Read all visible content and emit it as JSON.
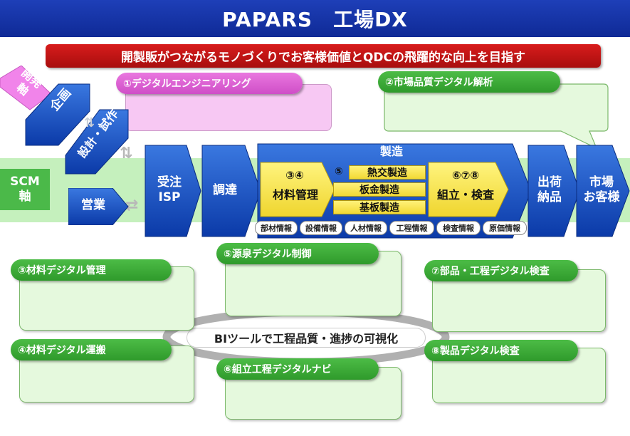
{
  "title": "PAPARS　工場DX",
  "mission": "開製販がつながるモノづくりでお客様価値とQDCの飛躍的な向上を目指す",
  "axes": {
    "dev_axis": "開発\n軸",
    "scm_axis": "SCM\n軸"
  },
  "dev_arrows": {
    "planning": "企画",
    "design_prototype": "設計・試作"
  },
  "flow": {
    "sales": "営業",
    "order": "受注\nISP",
    "procurement": "調達",
    "manufacturing": "製造",
    "shipping": "出荷\n納品",
    "market": "市場\nお客様",
    "material_num": "③④",
    "material": "材料管理",
    "proc_num": "⑤",
    "proc_items": [
      "熱交製造",
      "板金製造",
      "基板製造"
    ],
    "assembly_num": "⑥⑦⑧",
    "assembly": "組立・検査"
  },
  "info_pills": [
    "部材情報",
    "設備情報",
    "人材情報",
    "工程情報",
    "検査情報",
    "原価情報"
  ],
  "themes": {
    "t1": "①デジタルエンジニアリング",
    "t2": "②市場品質デジタル解析",
    "t3": "③材料デジタル管理",
    "t4": "④材料デジタル運搬",
    "t5": "⑤源泉デジタル制御",
    "t6": "⑥組立工程デジタルナビ",
    "t7": "⑦部品・工程デジタル検査",
    "t8": "⑧製品デジタル検査"
  },
  "bi": "BIツールで工程品質・進捗の可視化",
  "colors": {
    "blue": "#1048b8",
    "green": "#3aaa35",
    "pink": "#d95ad1",
    "red": "#c41414",
    "yellow": "#f5e04a"
  }
}
